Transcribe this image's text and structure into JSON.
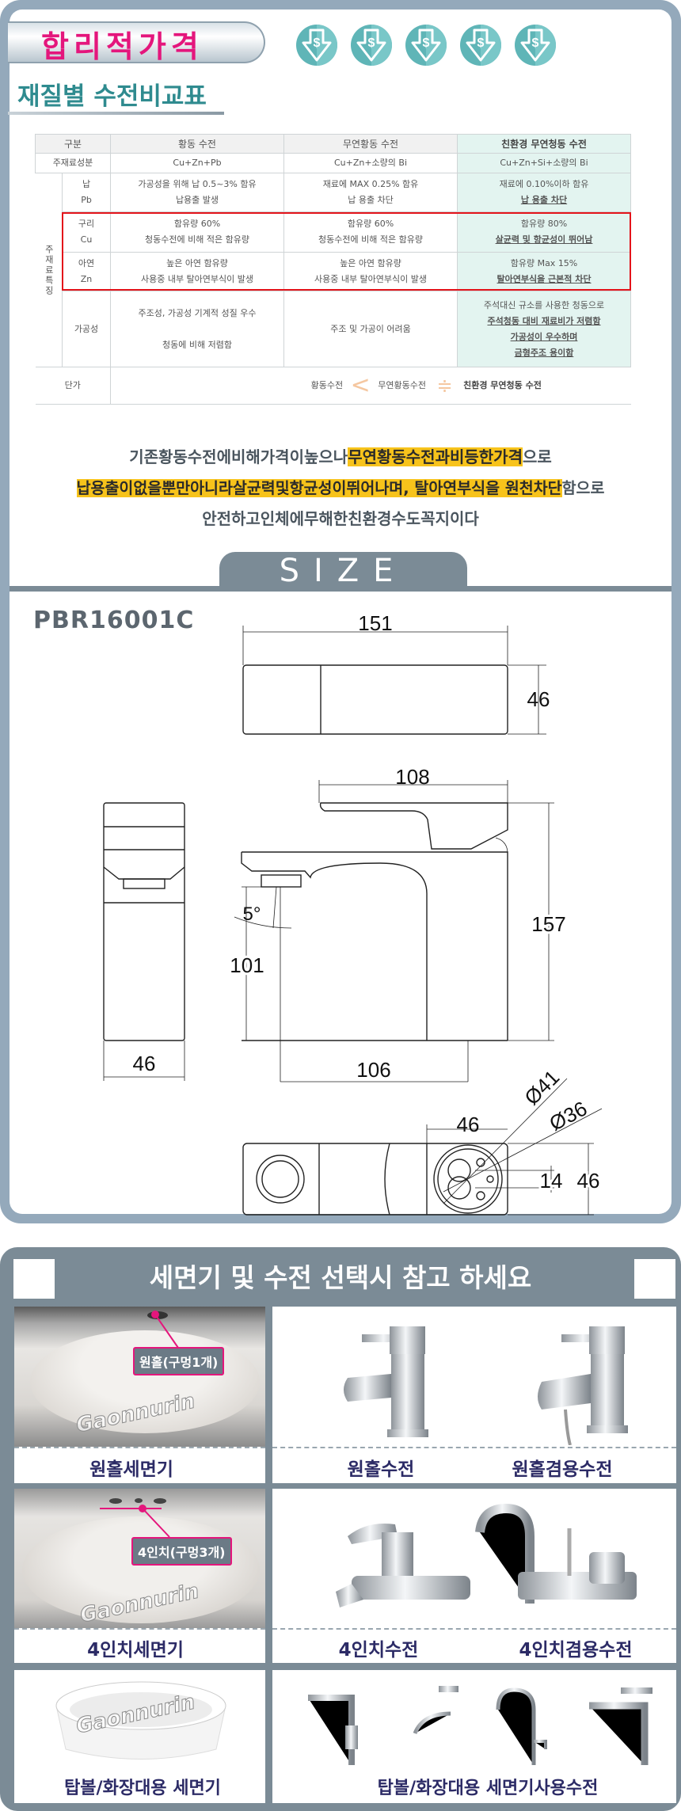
{
  "header": {
    "title": "합리적가격",
    "coin_icon": "dollar-down-arrow-icon",
    "coin_count": 5,
    "subtitle": "재질별 수전비교표"
  },
  "table": {
    "headers": [
      "구분",
      "황동 수전",
      "무연황동 수전",
      "친환경 무연청동 수전"
    ],
    "rows": {
      "material": {
        "label": "주재료성분",
        "c1": "Cu+Zn+Pb",
        "c2": "Cu+Zn+소량의 Bi",
        "c3": "Cu+Zn+Si+소량의 Bi"
      },
      "group_label": "주재료특징",
      "lead": {
        "label1": "납",
        "label2": "Pb",
        "c1a": "가공성을 위해 납 0.5~3% 함유",
        "c1b": "납용출 발생",
        "c2a": "재료에 MAX 0.25% 함유",
        "c2b": "납 용출 차단",
        "c3a": "재료에 0.10%이하 함유",
        "c3b": "납 용출 차단"
      },
      "copper": {
        "label1": "구리",
        "label2": "Cu",
        "c1a": "함유량 60%",
        "c1b": "청동수전에 비해 적은 함유량",
        "c2a": "함유량 60%",
        "c2b": "청동수전에 비해 적은 함유량",
        "c3a": "함유량 80%",
        "c3b": "살균력 및 항균성이 뛰어남"
      },
      "zinc": {
        "label1": "아연",
        "label2": "Zn",
        "c1a": "높은 아연 함유량",
        "c1b": "사용중 내부 탈아연부식이 발생",
        "c2a": "높은 아연 함유량",
        "c2b": "사용중 내부 탈아연부식이 발생",
        "c3a": "함유량 Max 15%",
        "c3b": "탈아연부식을 근본적 차단"
      },
      "workability": {
        "label": "가공성",
        "c1a": "주조성, 가공성 기계적 성질  우수",
        "c1b": "청동에 비해 저렴함",
        "c2": "주조 및 가공이 어려움",
        "c3a": "주석대신 규소를 사용한 청동으로",
        "c3b": "주석청동 대비 재료비가 저렴함",
        "c3c": "가공성이 우수하며",
        "c3d": "금형주조 용이함"
      },
      "price": {
        "label": "단가",
        "a": "황동수전",
        "b": "무연황동수전",
        "c": "친환경 무연청동 수전"
      }
    }
  },
  "paragraph": {
    "l1a": "기존황동수전에비해가격이높으나",
    "l1b": "무연황동수전과비등한가격",
    "l1c": "으로",
    "l2a": "납용출이없을뿐만아니라살균력및항균성이뛰어나며, 탈아연부식을 원천차단",
    "l2b": "함으로",
    "l3": "안전하고인체에무해한친환경수도꼭지이다"
  },
  "size": {
    "tab": "SIZE",
    "model": "PBR16001C",
    "dims": {
      "top_width": "151",
      "top_depth": "46",
      "handle": "108",
      "height": "157",
      "spout_height": "101",
      "angle": "5°",
      "reach": "106",
      "side_width": "46",
      "base_width": "46",
      "dia_outer": "Ø41",
      "dia_inner": "Ø36",
      "hole_gap": "14",
      "base_depth": "46"
    }
  },
  "guide": {
    "title": "세면기 및 수전 선택시 참고 하세요",
    "watermark": "Gaonnurin",
    "rows": [
      {
        "basin": "원홀세면기",
        "callout": "원홀(구멍1개)",
        "faucet1": "원홀수전",
        "faucet2": "원홀겸용수전"
      },
      {
        "basin": "4인치세면기",
        "callout": "4인치(구멍3개)",
        "faucet1": "4인치수전",
        "faucet2": "4인치겸용수전"
      },
      {
        "basin": "탑볼/화장대용 세면기",
        "faucets": "탑볼/화장대용 세면기사용수전"
      }
    ]
  },
  "colors": {
    "frame": "#94a9bb",
    "accent_pink": "#e4167c",
    "teal": "#2f8b8f",
    "highlight": "#f7c31b",
    "navy": "#2c2b66"
  }
}
